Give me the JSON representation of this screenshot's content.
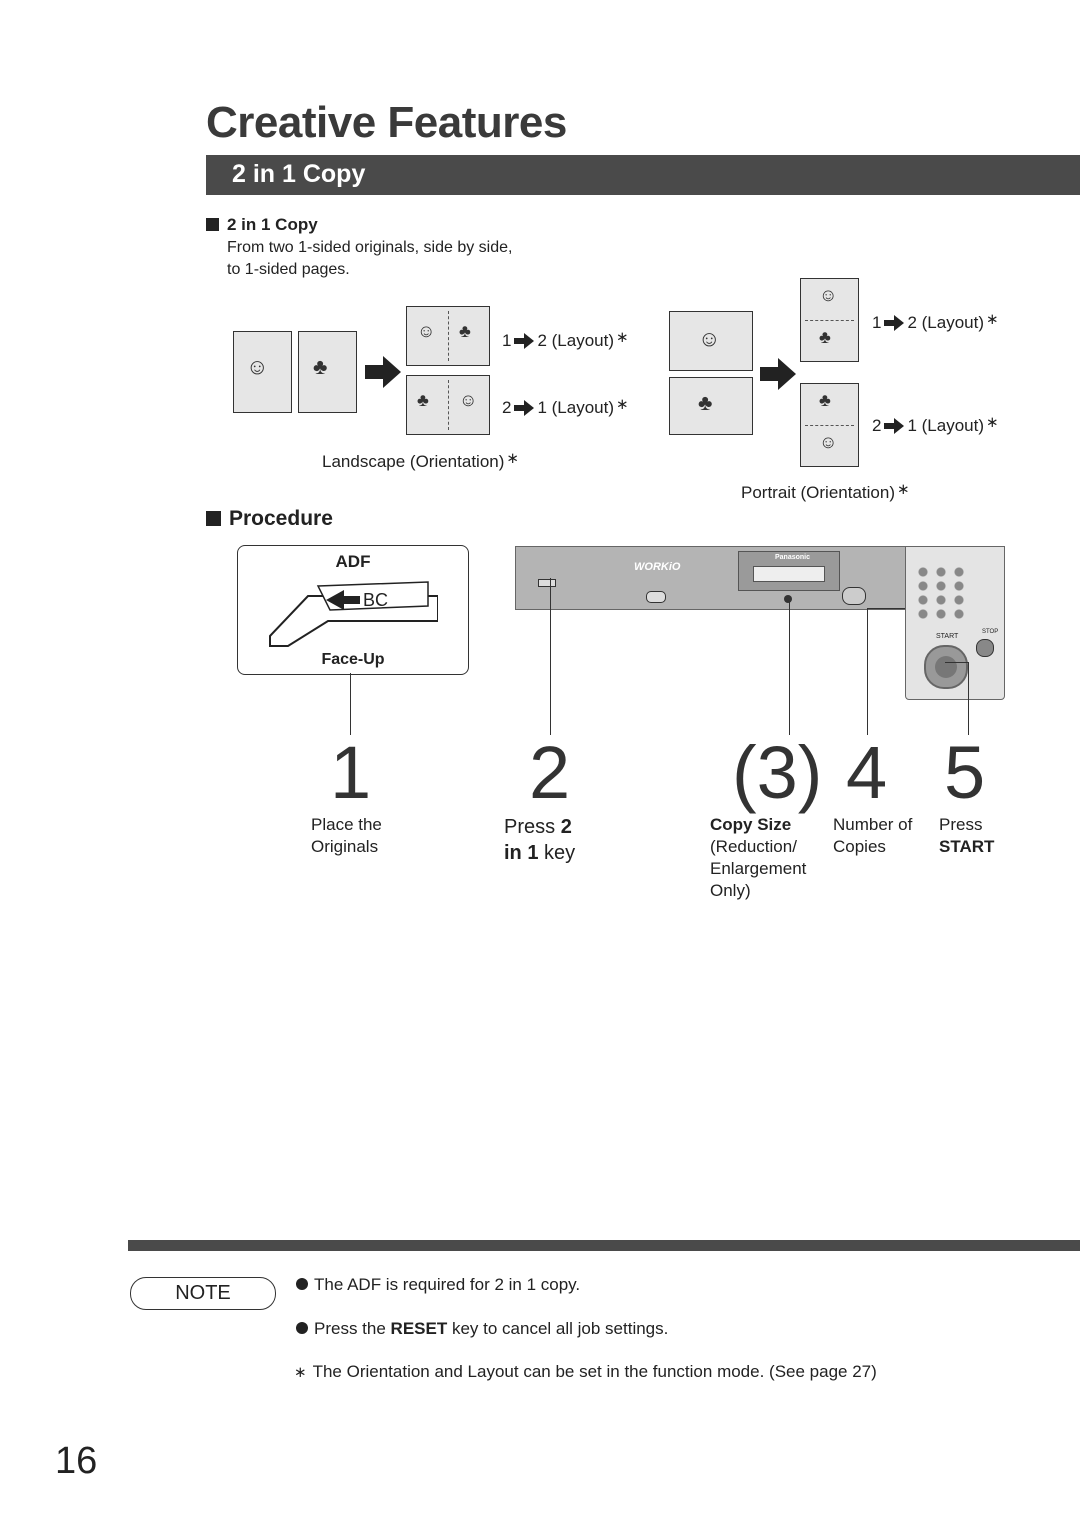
{
  "page_title": "Creative Features",
  "section_banner": "2 in 1 Copy",
  "subsection": {
    "heading": "2 in 1 Copy",
    "description": "From two 1-sided originals, side by side, to 1-sided pages."
  },
  "landscape": {
    "layout_a": {
      "left": "1",
      "right": "2 (Layout)"
    },
    "layout_b": {
      "left": "2",
      "right": "1 (Layout)"
    },
    "caption": "Landscape (Orientation)"
  },
  "portrait": {
    "layout_a": {
      "left": "1",
      "right": "2 (Layout)"
    },
    "layout_b": {
      "left": "2",
      "right": "1 (Layout)"
    },
    "caption": "Portrait (Orientation)"
  },
  "asterisk": "∗",
  "procedure": {
    "heading": "Procedure",
    "adf_label": "ADF",
    "adf_sheet_text": "BC",
    "face_up": "Face-Up",
    "steps": [
      {
        "num": "1",
        "text": [
          "Place the",
          "Originals"
        ]
      },
      {
        "num": "2",
        "text_pre": "Press ",
        "text_bold": "2",
        "text_line2_bold": "in 1",
        "text_line2": " key"
      },
      {
        "num": "(3)",
        "bold": "Copy Size",
        "text": [
          "(Reduction/",
          "Enlargement",
          "Only)"
        ]
      },
      {
        "num": "4",
        "text": [
          "Number of",
          "Copies"
        ]
      },
      {
        "num": "5",
        "text": [
          "Press"
        ],
        "bold": "START"
      }
    ]
  },
  "panel": {
    "brand": "Panasonic",
    "product": "WORKiO",
    "start_label": "START",
    "stop_label": "STOP"
  },
  "note": {
    "label": "NOTE",
    "items": [
      {
        "text": "The ADF is required for 2 in 1 copy."
      },
      {
        "pre": "Press the ",
        "bold": "RESET",
        "post": " key to cancel all job settings."
      }
    ],
    "footnote": "The Orientation and Layout can be set in the function mode. (See page 27)"
  },
  "page_number": "16"
}
